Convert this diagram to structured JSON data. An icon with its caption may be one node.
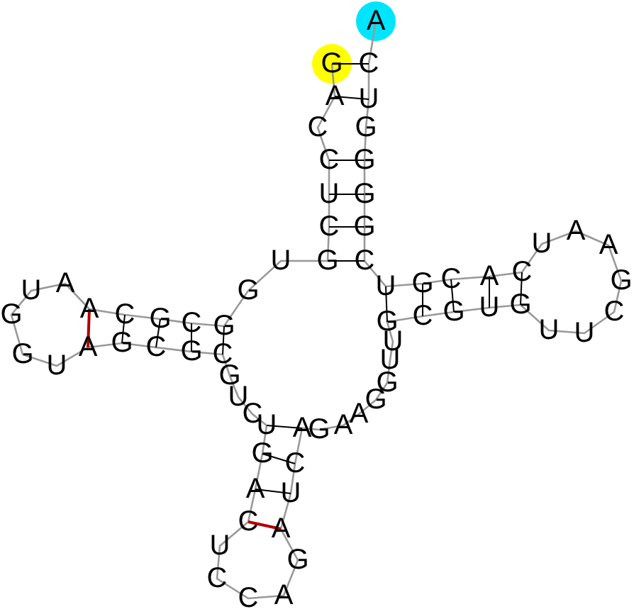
{
  "diagram": {
    "labels": [
      "G",
      "A",
      "C",
      "C",
      "U",
      "C",
      "G",
      "U",
      "G",
      "G",
      "C",
      "G",
      "C",
      "A",
      "A",
      "U",
      "G",
      "G",
      "U",
      "A",
      "G",
      "C",
      "G",
      "C",
      "G",
      "U",
      "C",
      "U",
      "G",
      "A",
      "C",
      "U",
      "C",
      "C",
      "A",
      "G",
      "A",
      "U",
      "C",
      "A",
      "G",
      "A",
      "A",
      "G",
      "G",
      "U",
      "U",
      "G",
      "C",
      "G",
      "U",
      "G",
      "U",
      "U",
      "C",
      "G",
      "A",
      "A",
      "U",
      "C",
      "A",
      "C",
      "G",
      "U",
      "C",
      "G",
      "G",
      "G",
      "G",
      "U",
      "C",
      "A"
    ]
  }
}
